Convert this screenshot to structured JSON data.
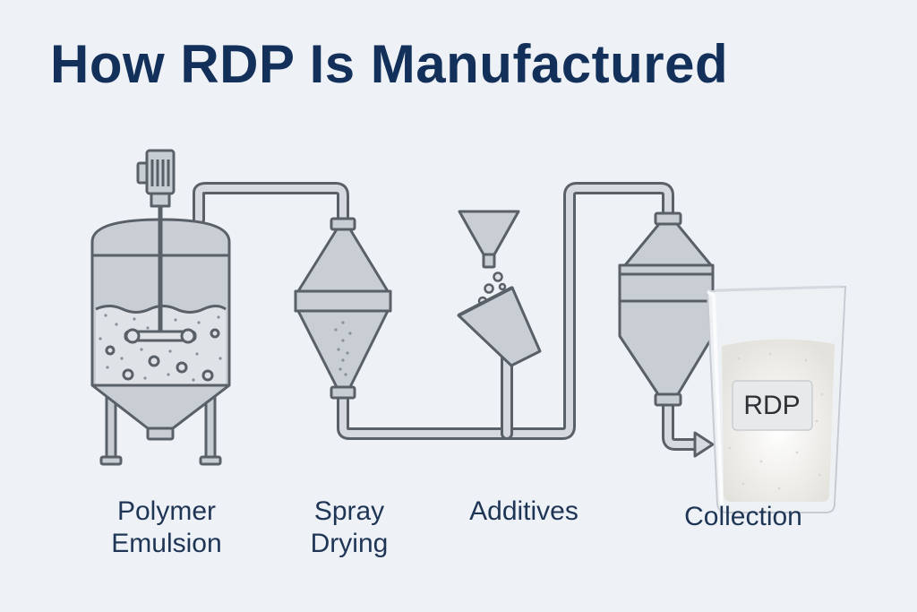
{
  "title": "How RDP Is Manufactured",
  "steps": {
    "polymer": {
      "line1": "Polymer",
      "line2": "Emulsion"
    },
    "spray": {
      "line1": "Spray",
      "line2": "Drying"
    },
    "additives": {
      "line1": "Additives"
    },
    "collection": {
      "line1": "Collection"
    }
  },
  "bag_label": "RDP",
  "colors": {
    "background": "#eef2f7",
    "title": "#13305a",
    "outline": "#5a6068",
    "equipment_fill": "#c9ced5",
    "pipe_fill": "#d6dae0",
    "powder": "#f4f3ef"
  },
  "icons": [
    "motor-icon",
    "reactor-tank-icon",
    "spray-dryer-icon",
    "funnel-icon",
    "additive-bucket-icon",
    "cyclone-collector-icon",
    "powder-bag-icon",
    "arrow-right-icon"
  ]
}
